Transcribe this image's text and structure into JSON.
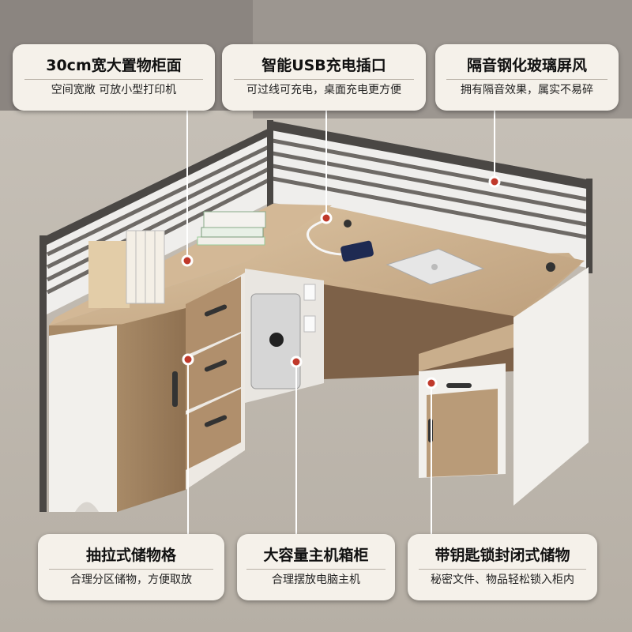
{
  "callouts_top": [
    {
      "title": "30cm宽大置物柜面",
      "subtitle": "空间宽敞 可放小型打印机"
    },
    {
      "title": "智能USB充电插口",
      "subtitle": "可过线可充电，桌面充电更方便"
    },
    {
      "title": "隔音钢化玻璃屏风",
      "subtitle": "拥有隔音效果，属实不易碎"
    }
  ],
  "callouts_bottom": [
    {
      "title": "抽拉式储物格",
      "subtitle": "合理分区储物，方便取放"
    },
    {
      "title": "大容量主机箱柜",
      "subtitle": "合理摆放电脑主机"
    },
    {
      "title": "带钥匙锁封闭式储物",
      "subtitle": "秘密文件、物品轻松锁入柜内"
    }
  ],
  "colors": {
    "card_bg": "#f5f1ea",
    "marker_red": "#c0392b",
    "wood": "#c9ae8c",
    "white_panel": "#f2f0ec",
    "frame_dark": "#4a4744",
    "floor": "#bdb7ae"
  }
}
